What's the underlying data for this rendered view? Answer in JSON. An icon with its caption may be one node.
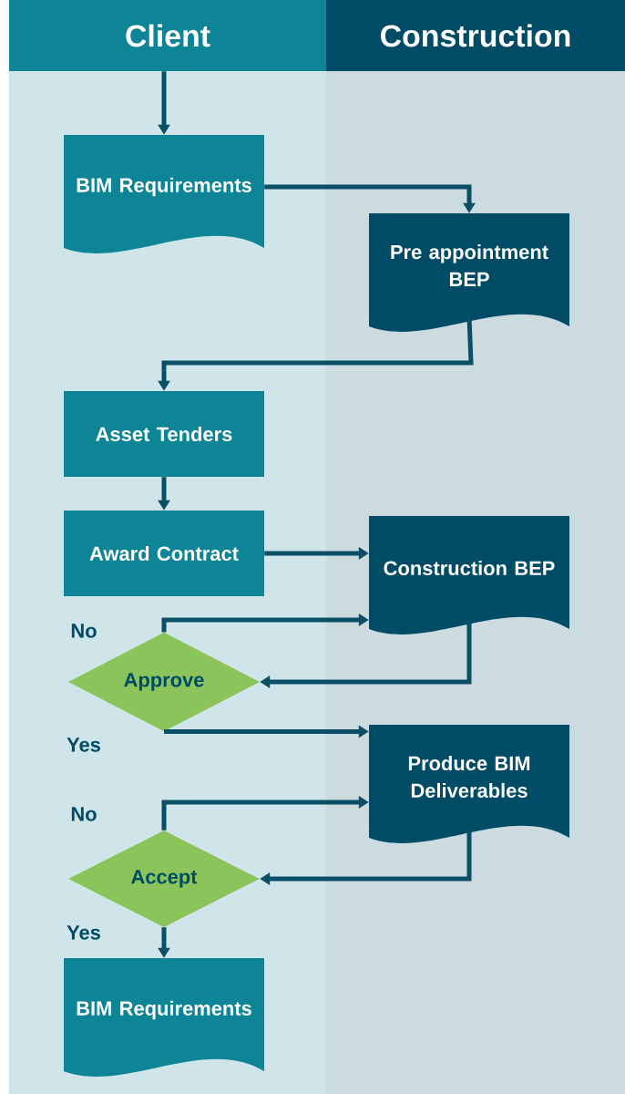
{
  "diagram": {
    "nodes": [
      {
        "text": [
          "Client"
        ]
      },
      {
        "text": [
          "Construction"
        ]
      },
      {
        "text": [
          "BIM Requirements"
        ]
      },
      {
        "text": [
          "Pre appointment BEP"
        ]
      },
      {
        "text": [
          "Asset Tenders"
        ]
      },
      {
        "text": [
          "Award Contract"
        ]
      },
      {
        "text": [
          "Construction BEP"
        ]
      },
      {
        "text": [
          "Approve"
        ]
      },
      {
        "text": [
          "Produce BIM Deliverables"
        ]
      },
      {
        "text": [
          "Accept"
        ]
      },
      {
        "text": [
          "BIM Requirements"
        ]
      }
    ],
    "edges": [
      {
        "from": 0,
        "to": 2,
        "arrow": "to"
      },
      {
        "from": 2,
        "to": 3,
        "arrow": "to"
      },
      {
        "from": 3,
        "to": 4,
        "arrow": "to"
      },
      {
        "from": 4,
        "to": 5,
        "arrow": "to"
      },
      {
        "from": 5,
        "to": 6,
        "arrow": "to"
      },
      {
        "from": 7,
        "to": 6,
        "arrow": "to",
        "label": "No"
      },
      {
        "from": 6,
        "to": 7,
        "arrow": "to"
      },
      {
        "from": 7,
        "to": 8,
        "arrow": "to",
        "label": "Yes"
      },
      {
        "from": 9,
        "to": 8,
        "arrow": "to",
        "label": "No"
      },
      {
        "from": 8,
        "to": 9,
        "arrow": "to"
      },
      {
        "from": 9,
        "to": 10,
        "arrow": "to",
        "label": "Yes"
      }
    ]
  }
}
